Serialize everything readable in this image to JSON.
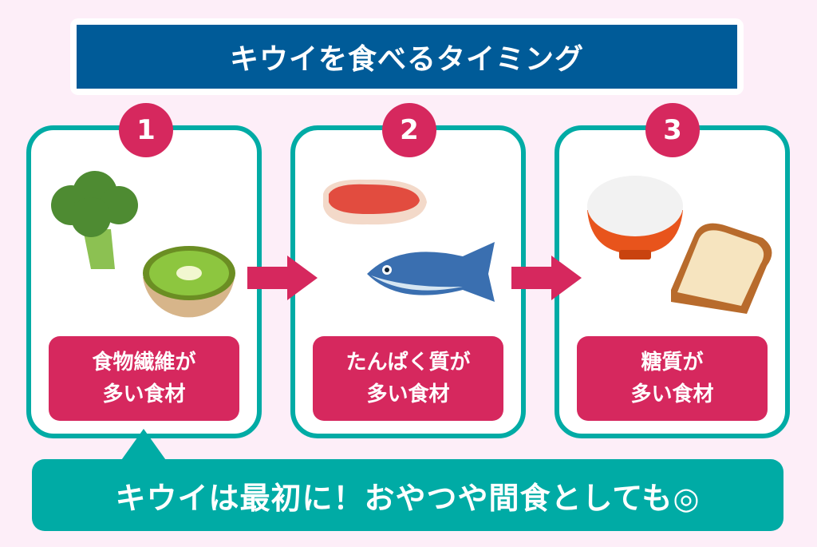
{
  "title": "キウイを食べるタイミング",
  "steps": [
    {
      "number": "1",
      "label_line1": "食物繊維が",
      "label_line2": "多い食材"
    },
    {
      "number": "2",
      "label_line1": "たんぱく質が",
      "label_line2": "多い食材"
    },
    {
      "number": "3",
      "label_line1": "糖質が",
      "label_line2": "多い食材"
    }
  ],
  "note": "キウイは最初に！おやつや間食としても◎",
  "colors": {
    "background": "#fdeef8",
    "title": "#005b98",
    "teal": "#00aba5",
    "pink": "#d6285e"
  }
}
